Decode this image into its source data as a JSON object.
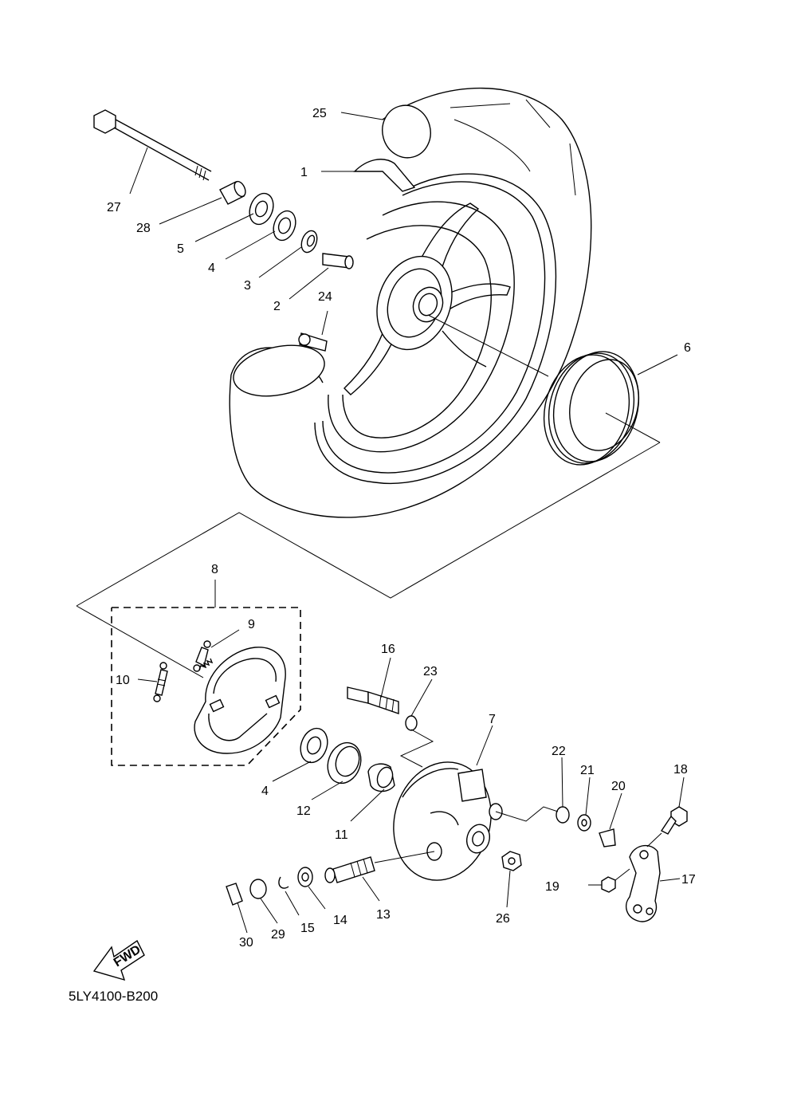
{
  "diagram": {
    "drawing_code": "5LY4100-B200",
    "fwd_label": "FWD",
    "callouts": [
      "1",
      "2",
      "3",
      "4",
      "4",
      "5",
      "6",
      "7",
      "8",
      "9",
      "10",
      "11",
      "12",
      "13",
      "14",
      "15",
      "16",
      "17",
      "18",
      "19",
      "20",
      "21",
      "22",
      "23",
      "24",
      "25",
      "26",
      "27",
      "28",
      "29",
      "30"
    ]
  }
}
